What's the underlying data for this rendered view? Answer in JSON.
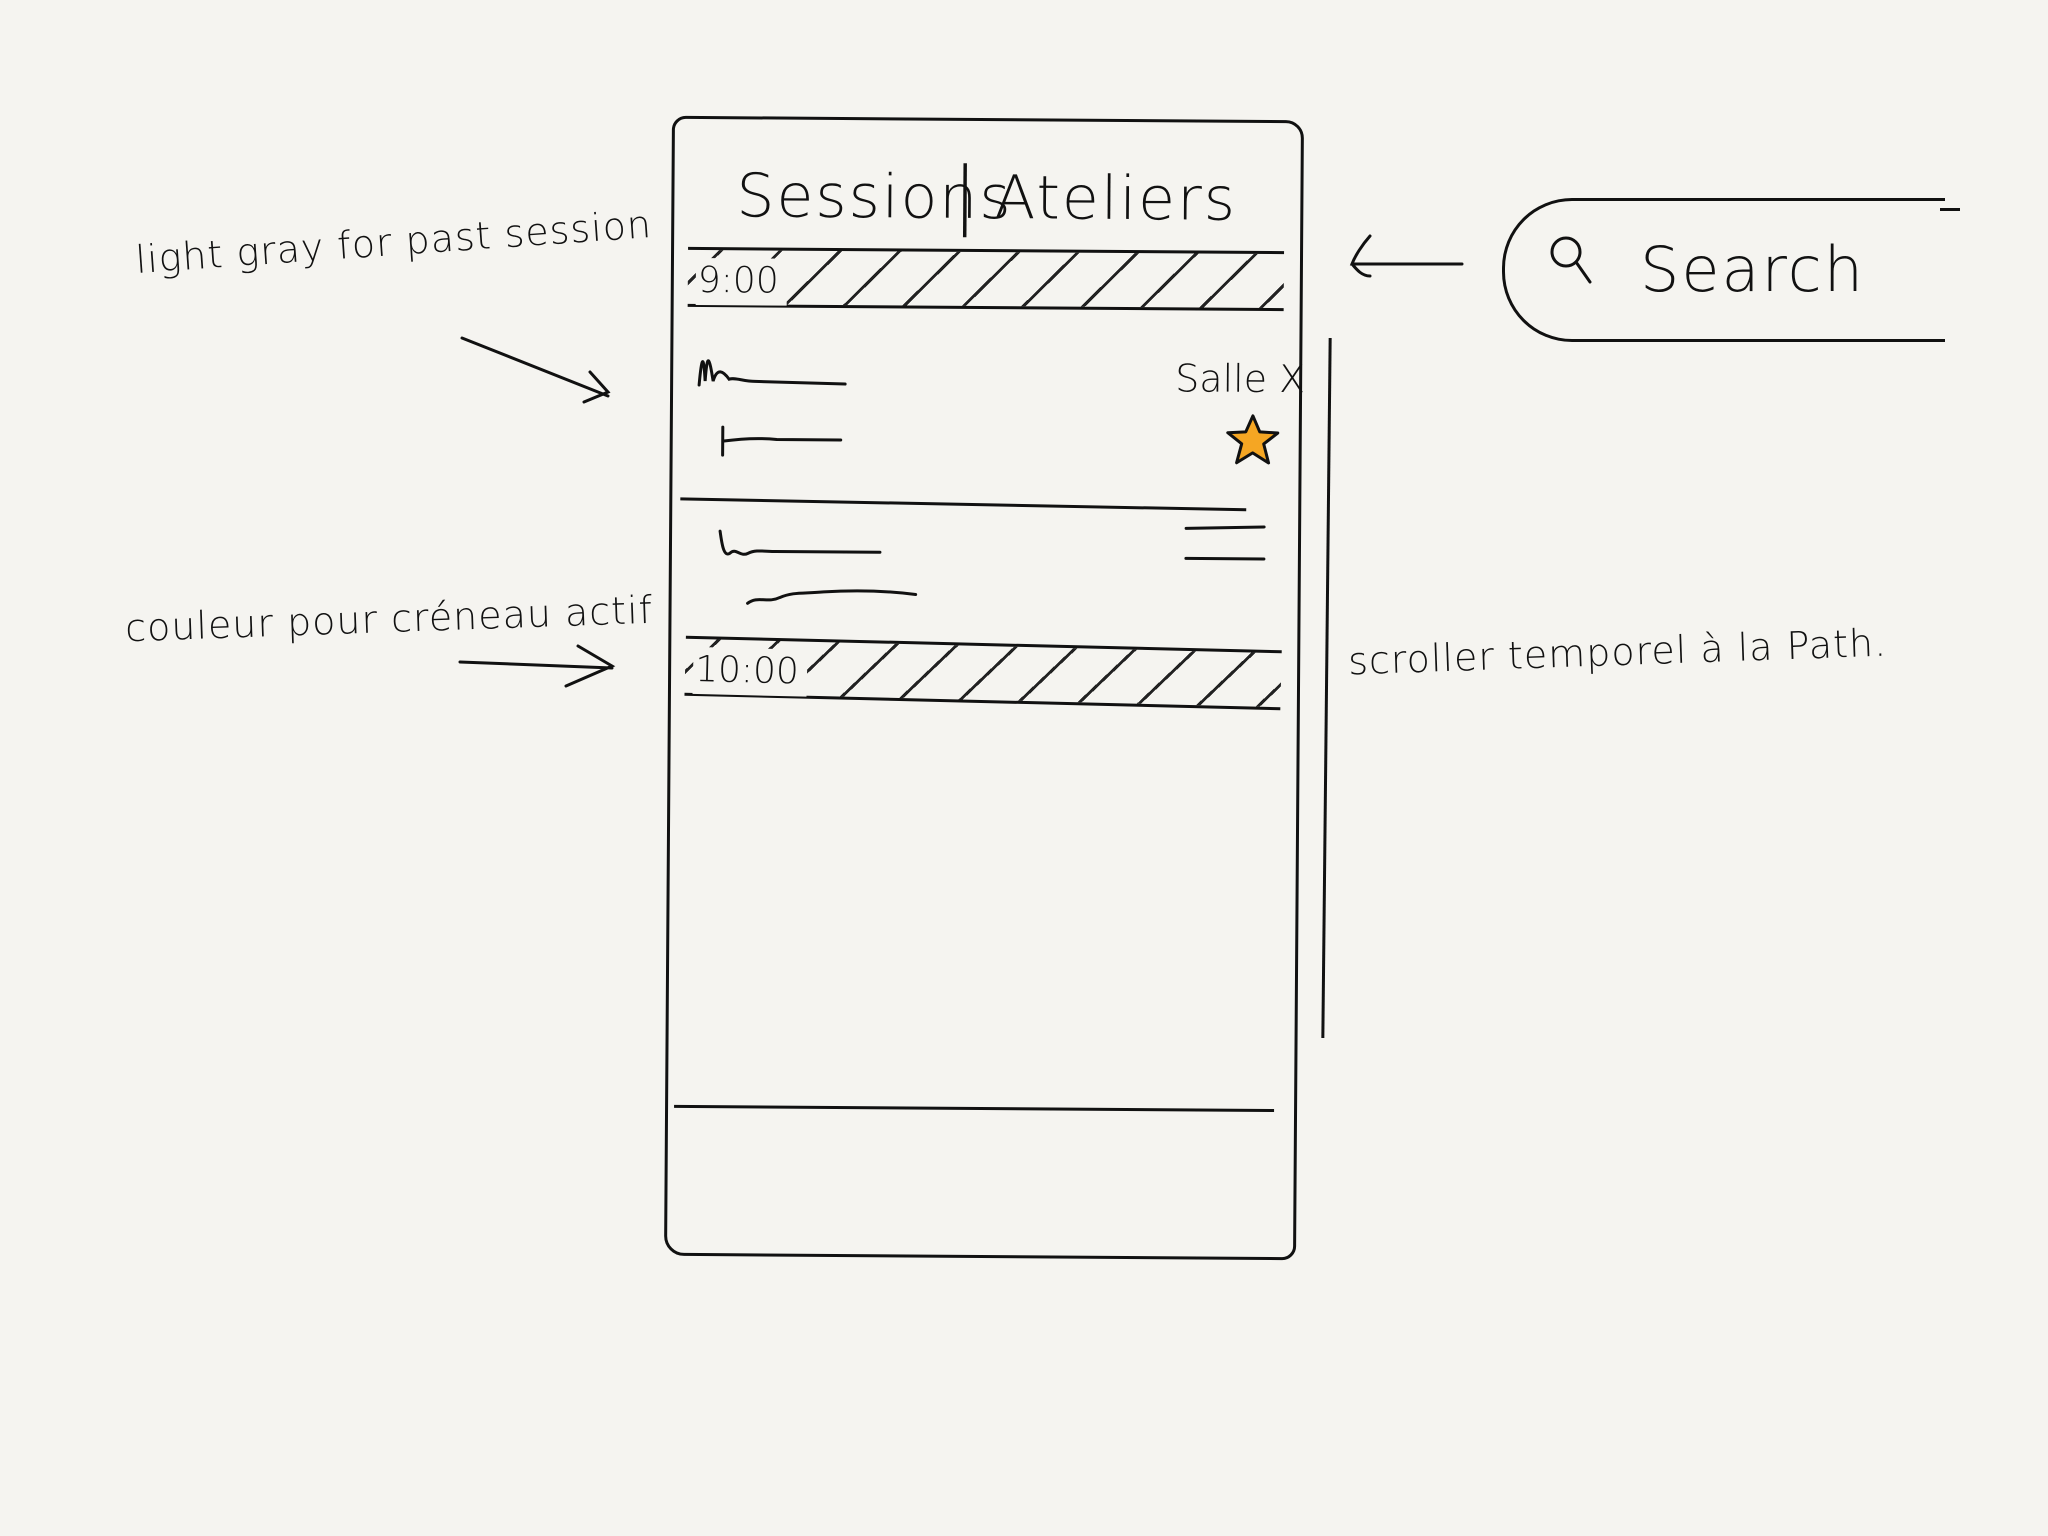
{
  "phone": {
    "tabs": [
      {
        "label": "Sessions"
      },
      {
        "label": "Ateliers"
      }
    ],
    "tab_separator": "|",
    "timeline": [
      {
        "time": "9:00"
      },
      {
        "time": "10:00"
      }
    ],
    "sessions": [
      {
        "room": "Salle X",
        "favorite": true
      },
      {
        "room": "",
        "favorite": false
      }
    ]
  },
  "search": {
    "label": "Search",
    "icon": "search-icon"
  },
  "annotations": {
    "past_session": "light gray for past session",
    "active_colour": "couleur pour créneau actif",
    "scroller": "scroller temporel à la Path."
  },
  "colors": {
    "paper": "#f5f4f0",
    "ink": "#111111",
    "star": "#f5a623"
  }
}
